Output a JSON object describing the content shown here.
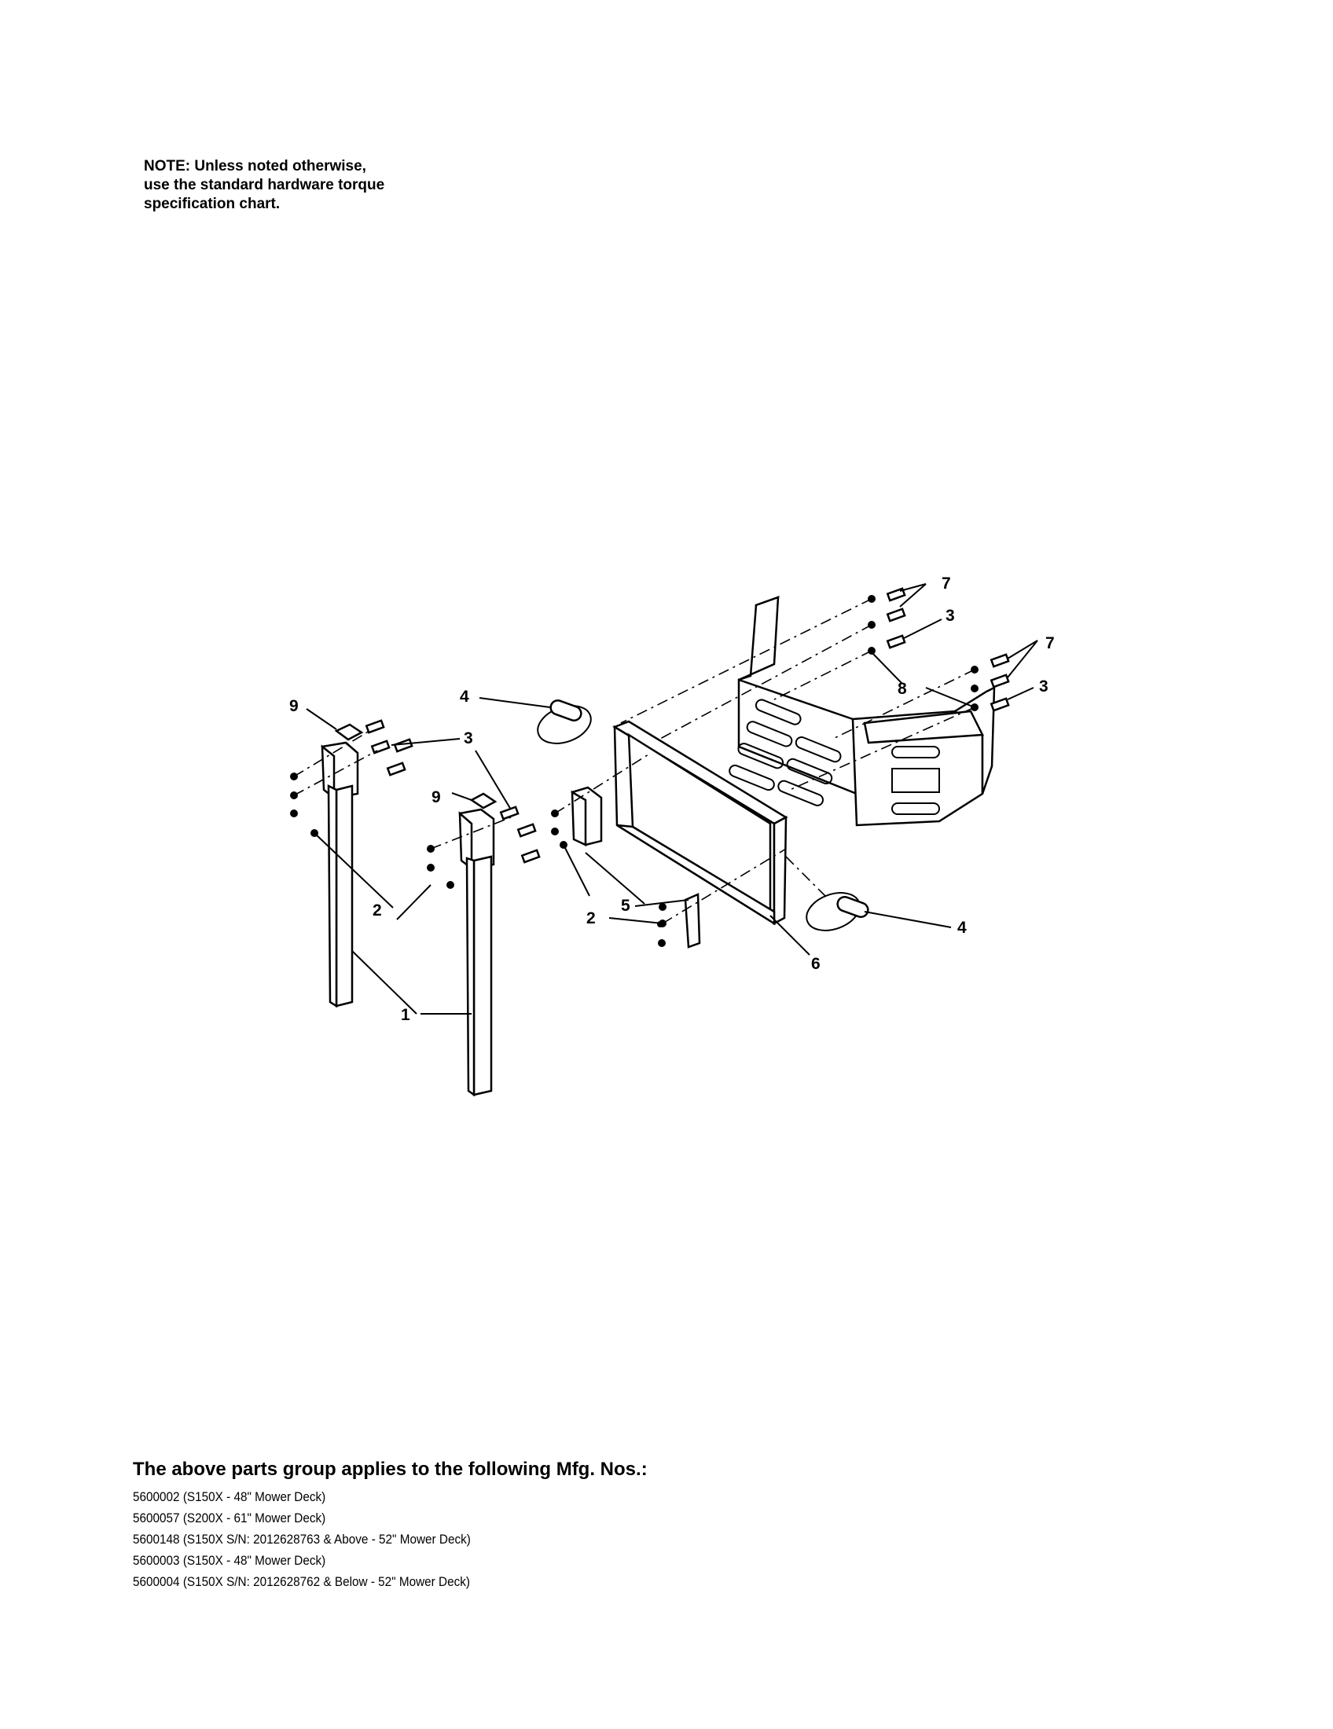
{
  "note": {
    "lines": [
      "NOTE: Unless noted otherwise,",
      "use the standard hardware torque",
      "specification chart."
    ]
  },
  "diagram": {
    "callouts": [
      "1",
      "2",
      "2",
      "3",
      "3",
      "3",
      "4",
      "4",
      "5",
      "6",
      "7",
      "7",
      "8",
      "9",
      "9"
    ]
  },
  "applies": {
    "title": "The above parts group applies to the following Mfg. Nos.:",
    "items": [
      "5600002 (S150X  - 48\" Mower Deck)",
      "5600057 (S200X - 61\" Mower Deck)",
      "5600148 (S150X S/N: 2012628763 & Above - 52\" Mower Deck)",
      "5600003 (S150X  - 48\" Mower Deck)",
      "5600004 (S150X S/N: 2012628762 & Below - 52\" Mower Deck)"
    ]
  }
}
